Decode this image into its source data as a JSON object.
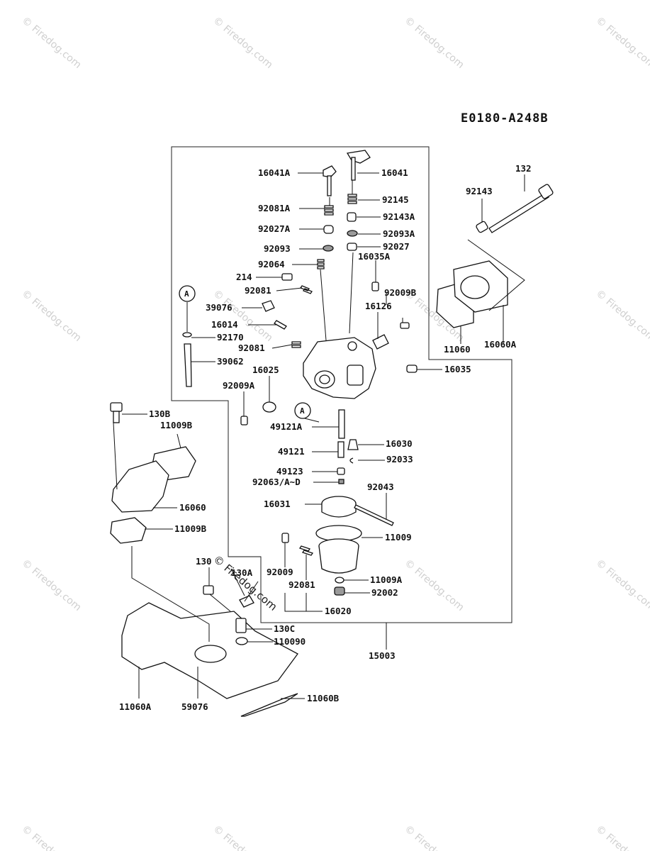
{
  "diagram_code": "E0180-A248B",
  "watermark": "© Firedog.com",
  "circle_ref": "A",
  "labels": {
    "l16041A": "16041A",
    "l16041": "16041",
    "l92145": "92145",
    "l92081A": "92081A",
    "l92143A": "92143A",
    "l92027A": "92027A",
    "l92093A": "92093A",
    "l92093": "92093",
    "l92027": "92027",
    "l16035A": "16035A",
    "l92064": "92064",
    "l214": "214",
    "l92081a": "92081",
    "l92009B": "92009B",
    "l39076": "39076",
    "l16126": "16126",
    "l16014": "16014",
    "l92170": "92170",
    "l92081b": "92081",
    "l39062": "39062",
    "l16025": "16025",
    "l16035": "16035",
    "l92009A": "92009A",
    "l49121A": "49121A",
    "l16030": "16030",
    "l49121": "49121",
    "l92033": "92033",
    "l49123": "49123",
    "l92063": "92063/A~D",
    "l92043": "92043",
    "l16031": "16031",
    "l11009": "11009",
    "l92009": "92009",
    "l92081c": "92081",
    "l11009A": "11009A",
    "l92002": "92002",
    "l16020": "16020",
    "l15003": "15003",
    "l132": "132",
    "l92143": "92143",
    "l11060": "11060",
    "l16060A": "16060A",
    "l130B": "130B",
    "l11009B": "11009B",
    "l16060": "16060",
    "l11009Bb": "11009B",
    "l130": "130",
    "l130A": "130A",
    "l130C": "130C",
    "l110090": "110090",
    "l11060A": "11060A",
    "l59076": "59076",
    "l11060B": "11060B"
  }
}
